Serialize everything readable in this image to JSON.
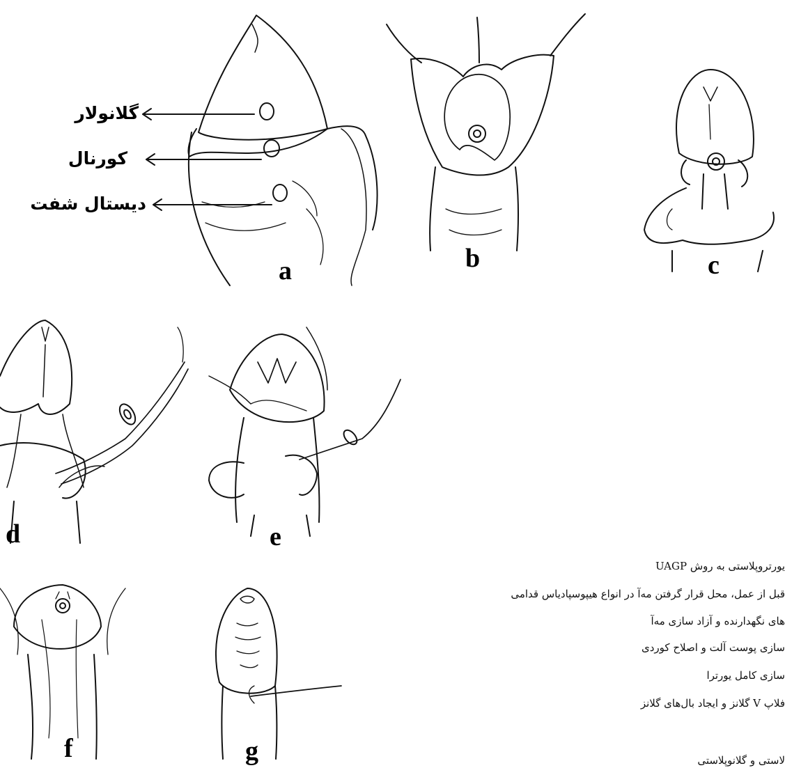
{
  "callouts": {
    "glanular": "گلانولار",
    "coronal": "کورنال",
    "distal_shaft": "دیستال شفت"
  },
  "panels": {
    "a": "a",
    "b": "b",
    "c": "c",
    "d": "d",
    "e": "e",
    "f": "f",
    "g": "g"
  },
  "caption": {
    "line1": "یورتروپلاستی به روش UAGP",
    "line2": "قبل از عمل، محل قرار گرفتن مه‌آ در انواع هیپوسپادیاس قدامی",
    "line3": "های نگهدارنده و آزاد سازی مه‌آ",
    "line4": "سازی پوست آلت و اصلاح کوردی",
    "line5": "سازی کامل یورترا",
    "line6": "فلاپ V گلانز و ایجاد بال‌های گلانز",
    "line7": "لاستی و گلانوپلاستی"
  }
}
